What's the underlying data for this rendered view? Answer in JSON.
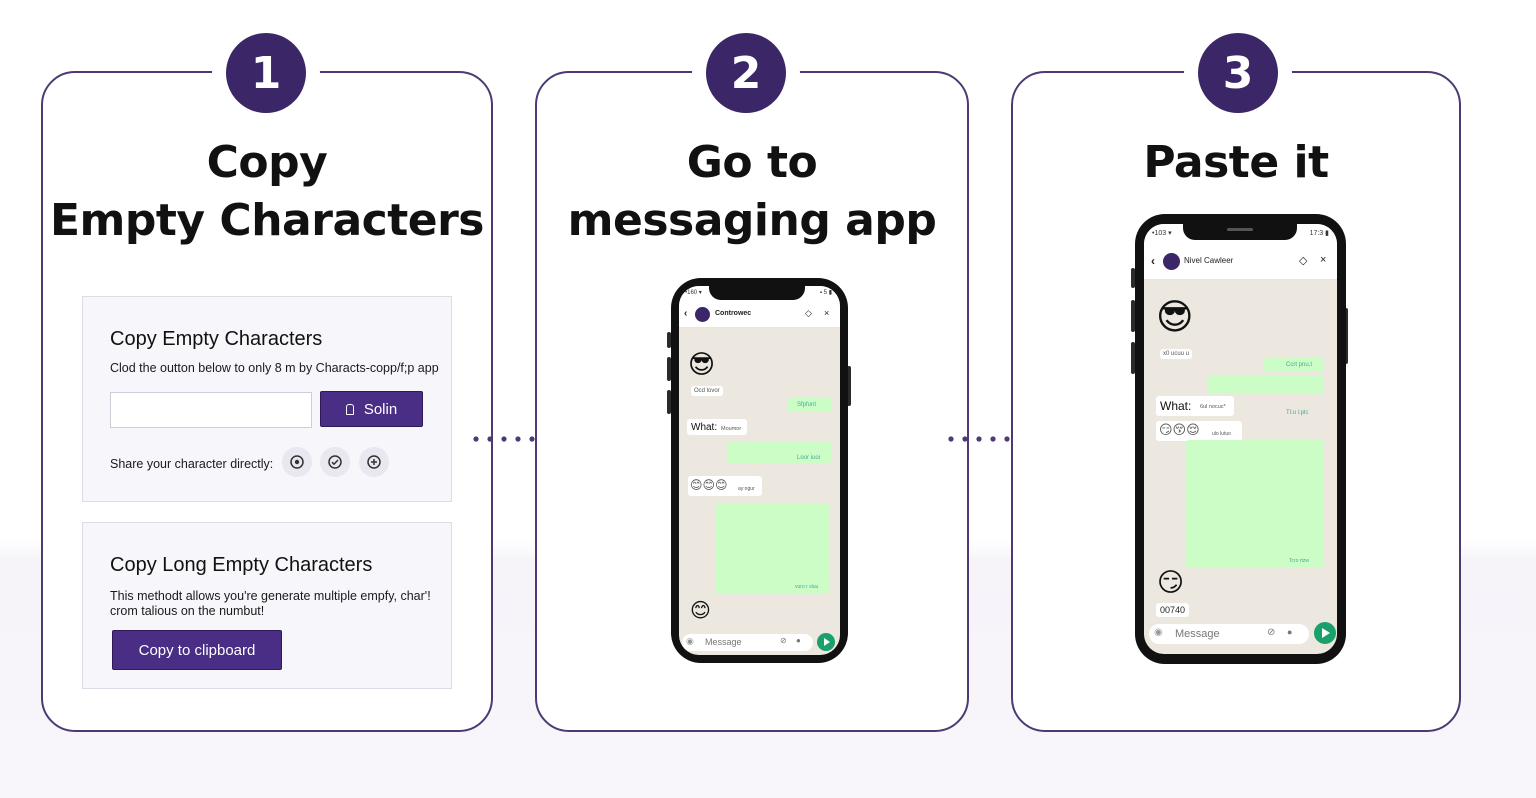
{
  "steps": [
    {
      "number": "1",
      "title_line1": "Copy",
      "title_line2": "Empty Characters"
    },
    {
      "number": "2",
      "title_line1": "Go to",
      "title_line2": "messaging app"
    },
    {
      "number": "3",
      "title_line1": "Paste it",
      "title_line2": ""
    }
  ],
  "card1": {
    "heading": "Copy Empty Characters",
    "description": "Clod the outton below to only 8 m by Characts-copp/f;p app",
    "input_value": "",
    "button_label": "Solin",
    "share_label": "Share your character directly:",
    "share_icons": [
      "target-icon",
      "check-circle-icon",
      "plus-circle-icon"
    ]
  },
  "card2": {
    "heading": "Copy Long Empty Characters",
    "description_line1": "This methodt allows you're generate multiple empfy, char'!",
    "description_line2": "crom talious on the numbut!",
    "button_label": "Copy to clipboard"
  },
  "phone2": {
    "status_left": "•160 ▾",
    "status_right": "▪ 5 ▮",
    "contact": "Controwec",
    "emoji_top": "😎",
    "caption1": "Ocd lovor",
    "green1": "Sfpfunt",
    "what_label": "What:",
    "what_caption": "Moumor",
    "green2": "Loor iuoi",
    "emoji_row": "😊😊😊",
    "row_caption": "ay:ogur",
    "green3": "vuro r sluu",
    "emoji_bottom": "😊",
    "message_placeholder": "Message"
  },
  "phone3": {
    "status_left": "•103 ▾",
    "status_right": "17:3 ▮",
    "contact": "Nivel Cawleer",
    "emoji_top": "😎",
    "caption1": "x0 ucuu u",
    "green1": "Ccrt pnu,t",
    "what_label": "What:",
    "what_caption": "6ul nocuc*",
    "green2": "Tl:u i:plc",
    "emoji_row": "😏😚😌",
    "row_caption": "ulo lutuo",
    "green3": "Tcro rtzw",
    "emoji_bottom": "😏",
    "counter": "00740",
    "message_placeholder": "Message"
  },
  "colors": {
    "brand": "#3b2668",
    "button": "#4a2d85",
    "bubble": "#ccfdc6",
    "send": "#1aa06b"
  }
}
